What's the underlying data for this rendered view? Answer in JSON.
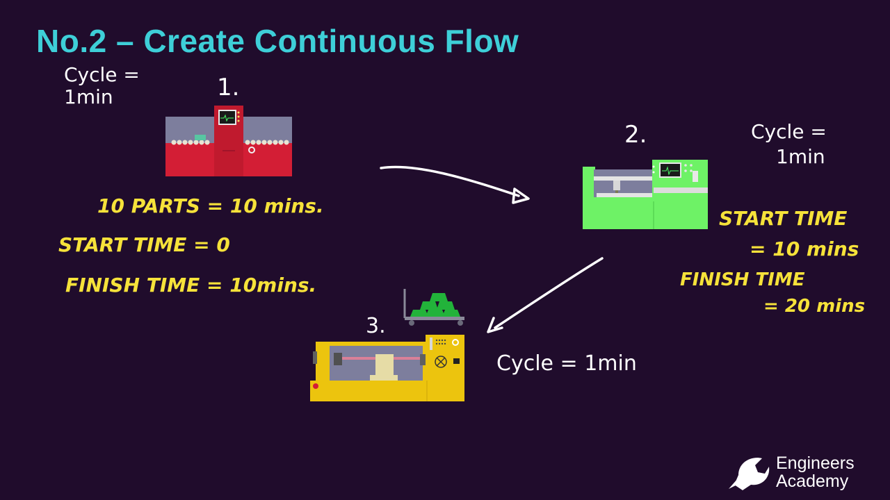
{
  "title": "No.2 – Create Continuous Flow",
  "station1": {
    "number": "1.",
    "cycle_line1": "Cycle =",
    "cycle_line2": "1min",
    "parts": "10 PARTS = 10 mins.",
    "start": "START TIME = 0",
    "finish": "FINISH TIME = 10mins."
  },
  "station2": {
    "number": "2.",
    "cycle_line1": "Cycle =",
    "cycle_line2": "1min",
    "start_line1": "START TIME",
    "start_line2": "= 10 mins",
    "finish_line1": "FINISH TIME",
    "finish_line2": "= 20 mins"
  },
  "station3": {
    "number": "3.",
    "cycle": "Cycle = 1min"
  },
  "logo": {
    "line1": "Engineers",
    "line2": "Academy"
  },
  "colors": {
    "background": "#200c2c",
    "title": "#3ecfd8",
    "annotation": "#f6e23a",
    "machine1": "#d31e35",
    "machine2": "#6ef266",
    "machine3": "#ecc40e",
    "finished_goods": "#22b33a"
  }
}
